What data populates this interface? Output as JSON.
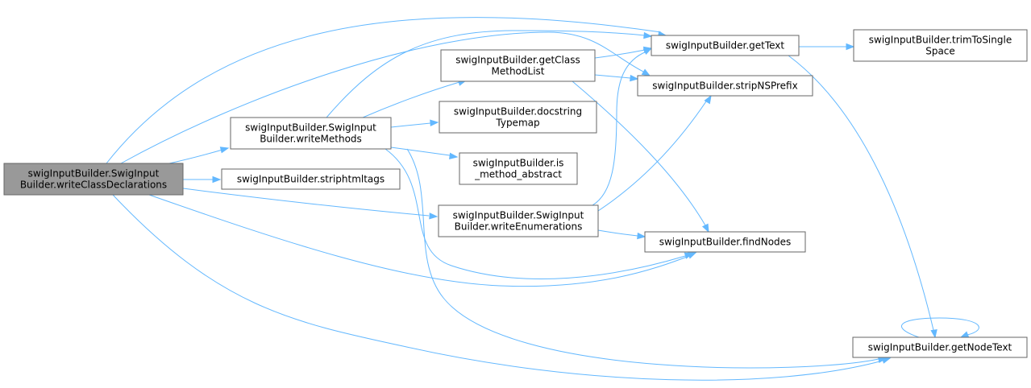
{
  "colors": {
    "edge": "#63b8ff",
    "node_border": "#666666",
    "node_fill": "#ffffff",
    "root_fill": "#999999",
    "text": "#000000"
  },
  "nodes": [
    {
      "id": "writeClassDeclarations",
      "lines": [
        "swigInputBuilder.SwigInput",
        "Builder.writeClassDeclarations"
      ],
      "root": true
    },
    {
      "id": "writeMethods",
      "lines": [
        "swigInputBuilder.SwigInput",
        "Builder.writeMethods"
      ]
    },
    {
      "id": "striphtmltags",
      "lines": [
        "swigInputBuilder.striphtmltags"
      ]
    },
    {
      "id": "getClassMethodList",
      "lines": [
        "swigInputBuilder.getClass",
        "MethodList"
      ]
    },
    {
      "id": "docstringTypemap",
      "lines": [
        "swigInputBuilder.docstring",
        "Typemap"
      ]
    },
    {
      "id": "isMethodAbstract",
      "lines": [
        "swigInputBuilder.is",
        "_method_abstract"
      ]
    },
    {
      "id": "writeEnumerations",
      "lines": [
        "swigInputBuilder.SwigInput",
        "Builder.writeEnumerations"
      ]
    },
    {
      "id": "getText",
      "lines": [
        "swigInputBuilder.getText"
      ]
    },
    {
      "id": "stripNSPrefix",
      "lines": [
        "swigInputBuilder.stripNSPrefix"
      ]
    },
    {
      "id": "findNodes",
      "lines": [
        "swigInputBuilder.findNodes"
      ]
    },
    {
      "id": "trimToSingleSpace",
      "lines": [
        "swigInputBuilder.trimToSingle",
        "Space"
      ]
    },
    {
      "id": "getNodeText",
      "lines": [
        "swigInputBuilder.getNodeText"
      ]
    }
  ],
  "edges": [
    [
      "writeClassDeclarations",
      "writeMethods"
    ],
    [
      "writeClassDeclarations",
      "striphtmltags"
    ],
    [
      "writeClassDeclarations",
      "writeEnumerations"
    ],
    [
      "writeClassDeclarations",
      "getText"
    ],
    [
      "writeClassDeclarations",
      "stripNSPrefix"
    ],
    [
      "writeClassDeclarations",
      "findNodes"
    ],
    [
      "writeClassDeclarations",
      "getNodeText"
    ],
    [
      "writeMethods",
      "getClassMethodList"
    ],
    [
      "writeMethods",
      "docstringTypemap"
    ],
    [
      "writeMethods",
      "isMethodAbstract"
    ],
    [
      "writeMethods",
      "getText"
    ],
    [
      "writeMethods",
      "findNodes"
    ],
    [
      "writeMethods",
      "getNodeText"
    ],
    [
      "getClassMethodList",
      "getText"
    ],
    [
      "getClassMethodList",
      "stripNSPrefix"
    ],
    [
      "getClassMethodList",
      "findNodes"
    ],
    [
      "writeEnumerations",
      "getText"
    ],
    [
      "writeEnumerations",
      "stripNSPrefix"
    ],
    [
      "writeEnumerations",
      "findNodes"
    ],
    [
      "getText",
      "trimToSingleSpace"
    ],
    [
      "getText",
      "getNodeText"
    ],
    [
      "getNodeText",
      "getNodeText"
    ]
  ]
}
